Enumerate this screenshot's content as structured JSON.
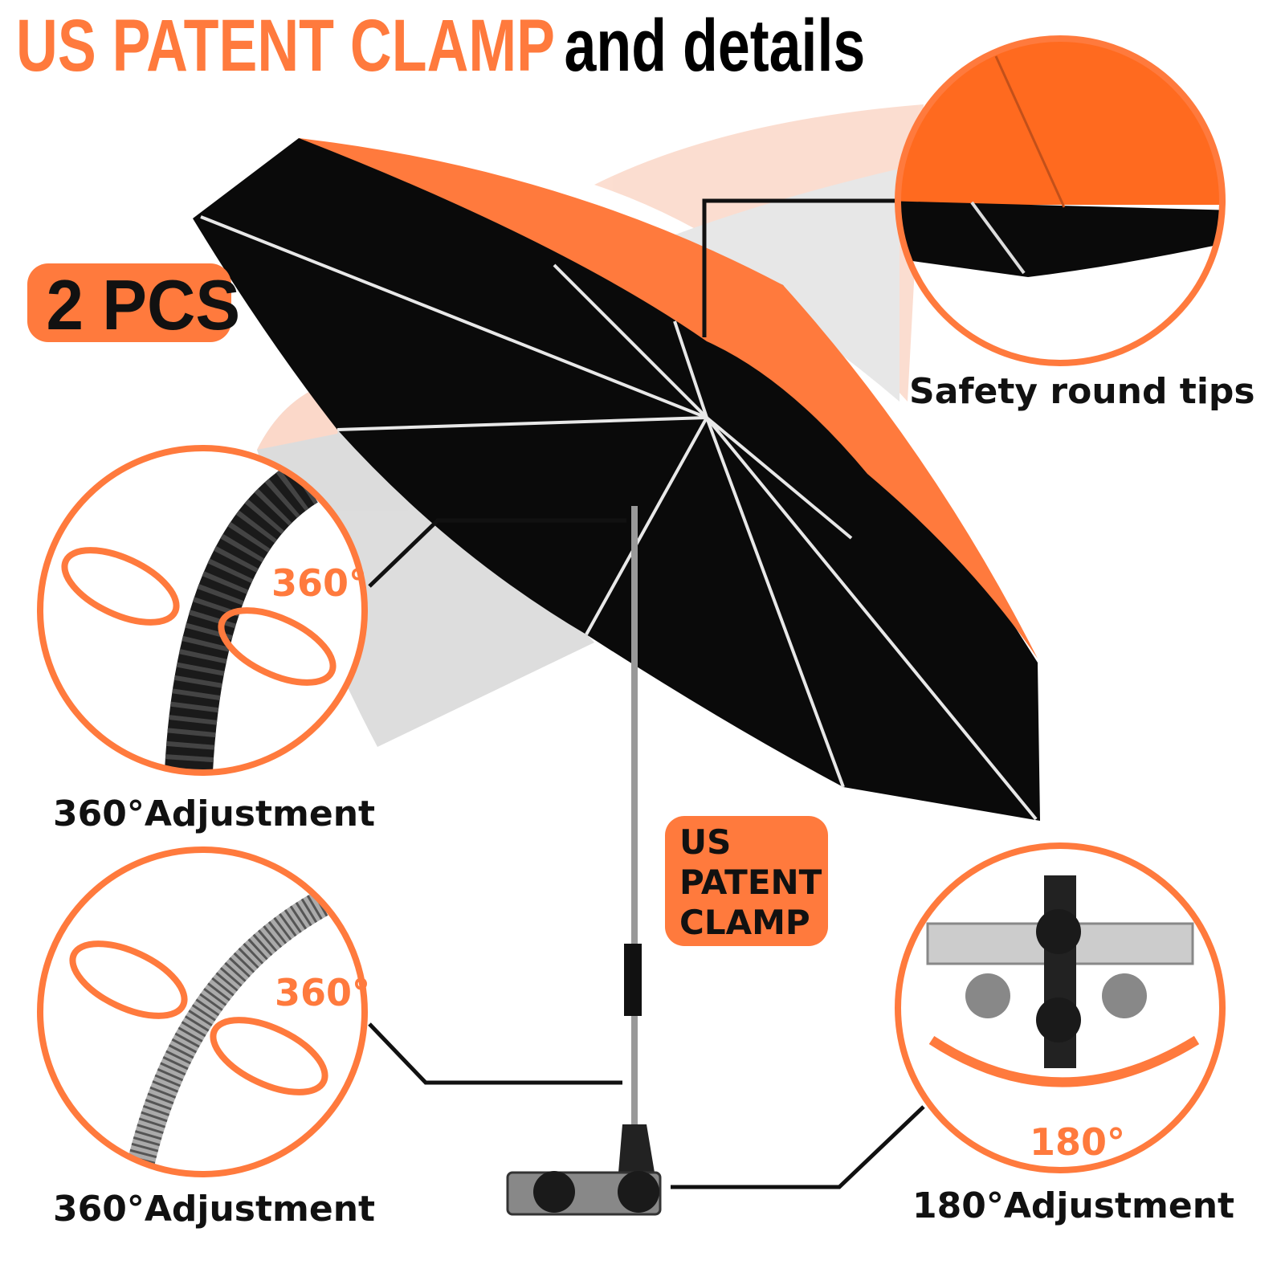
{
  "title": {
    "highlight": "US PATENT CLAMP",
    "rest": "and details"
  },
  "badge_pcs": "2 PCS",
  "tips_caption": "Safety round tips",
  "joint_top": {
    "degree": "360°",
    "caption": "360°Adjustment"
  },
  "joint_spring": {
    "degree": "360°",
    "caption": "360°Adjustment"
  },
  "clamp_badge": {
    "line1": "US",
    "line2": "PATENT",
    "line3": "CLAMP"
  },
  "clamp_rotation": {
    "degree": "180°",
    "caption": "180°Adjustment"
  },
  "colors": {
    "accent": "#FF7A3D",
    "canopy": "#0A0A0A",
    "text": "#111111"
  }
}
